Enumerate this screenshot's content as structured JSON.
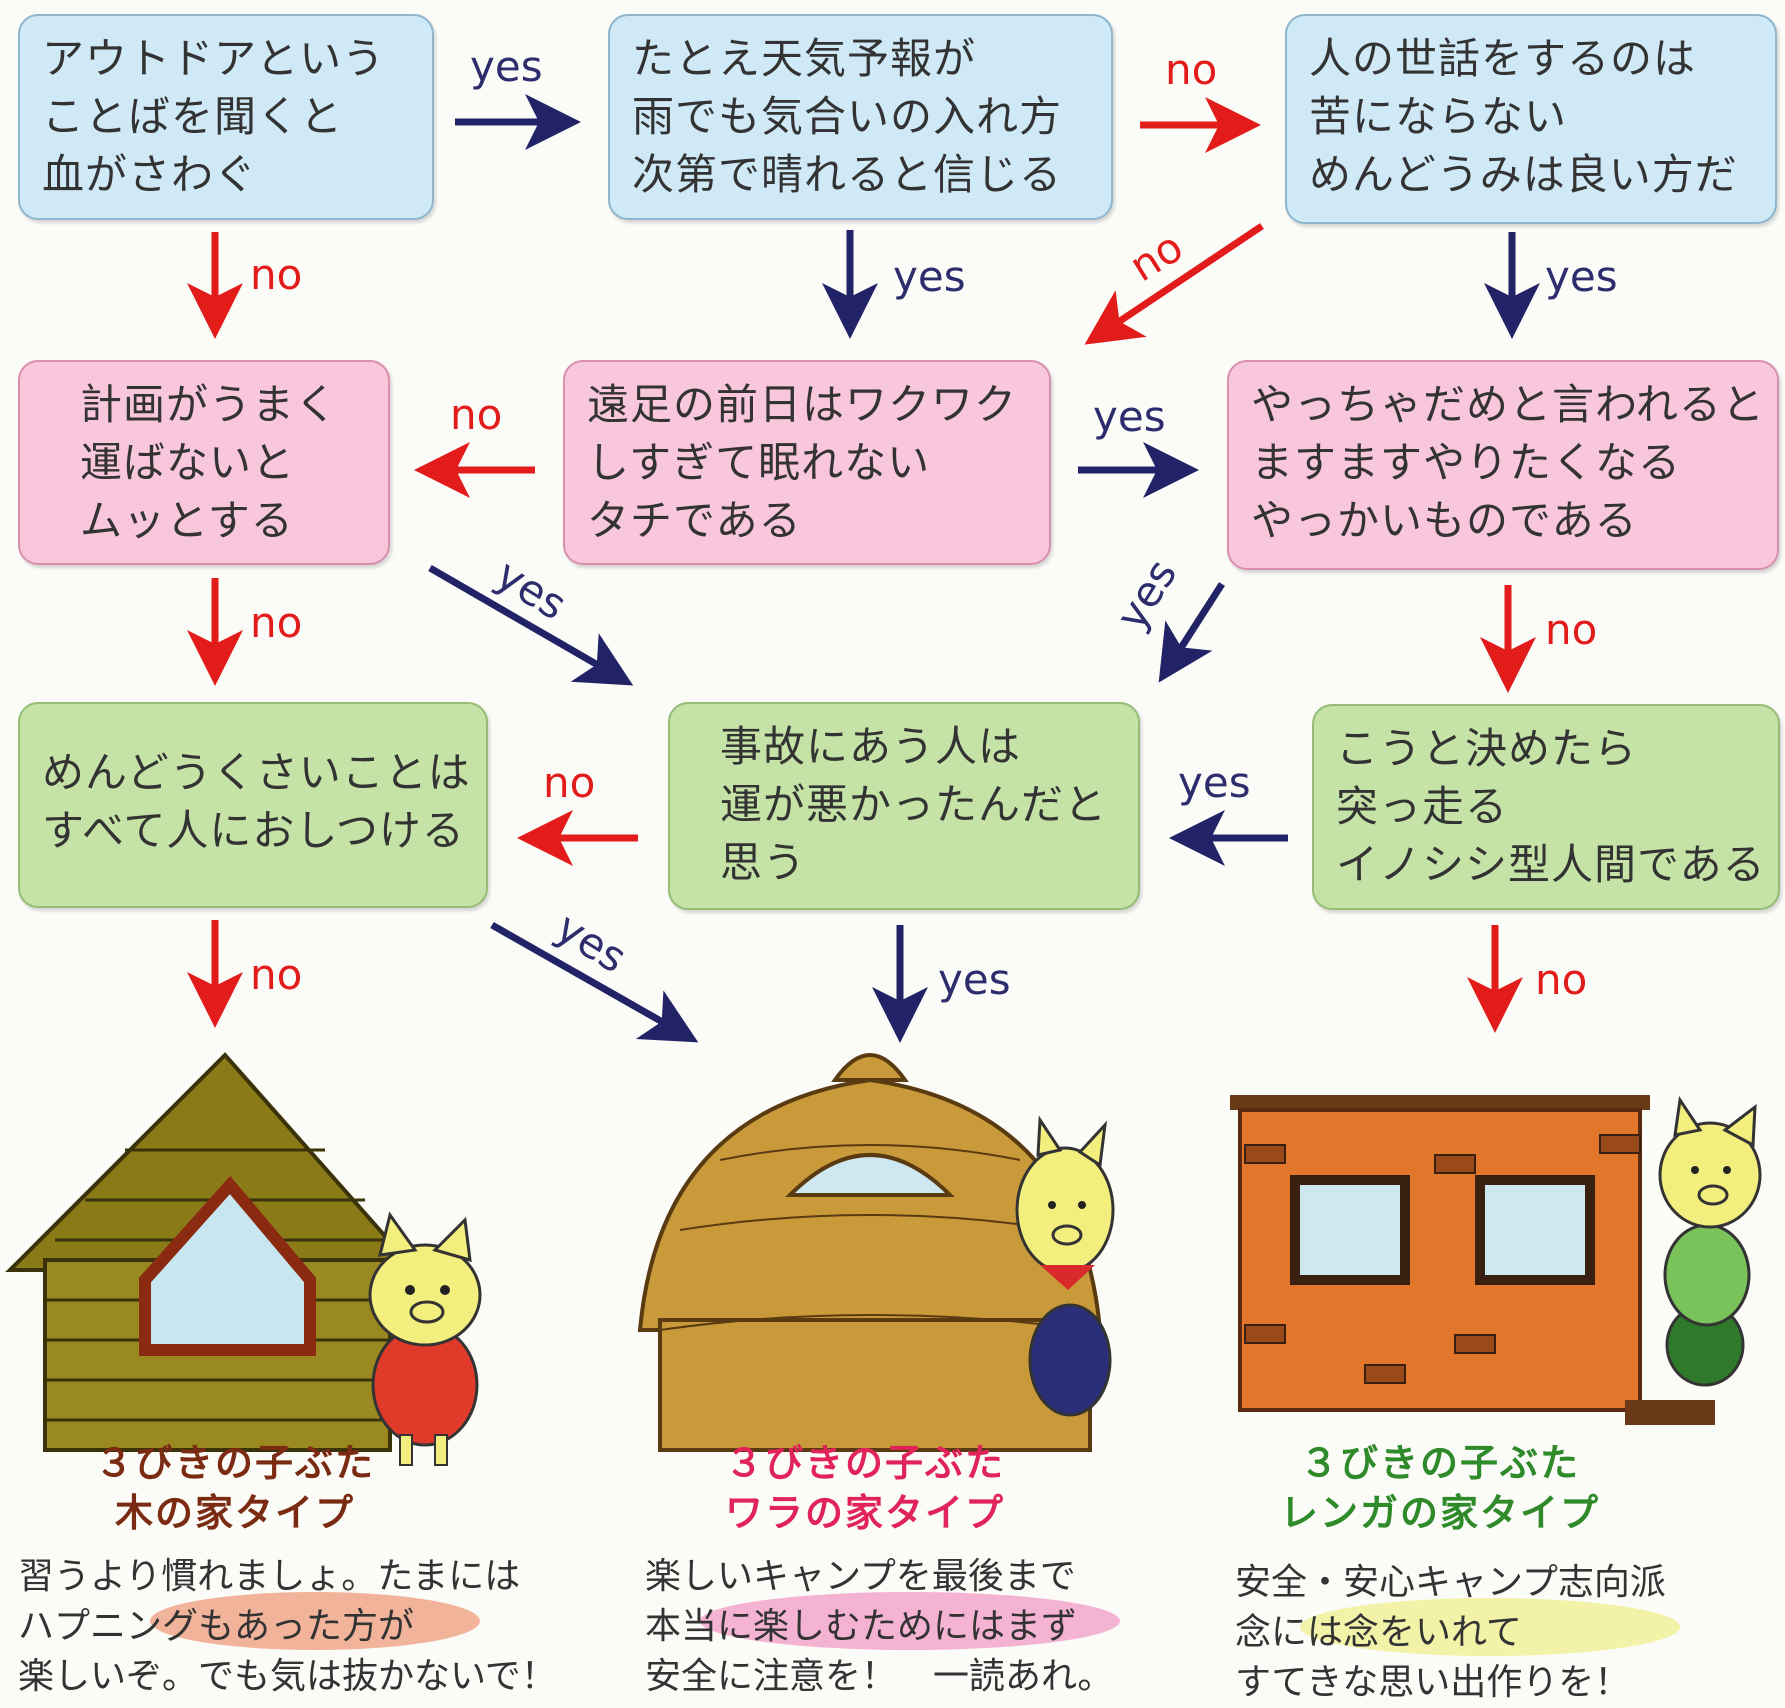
{
  "questions": {
    "q1": [
      "アウトドアという",
      "ことばを聞くと",
      "血がさわぐ"
    ],
    "q2": [
      "たとえ天気予報が",
      "雨でも気合いの入れ方",
      "次第で晴れると信じる"
    ],
    "q3": [
      "人の世話をするのは",
      "苦にならない",
      "めんどうみは良い方だ"
    ],
    "q4": [
      "計画がうまく",
      "運ばないと",
      "ムッとする"
    ],
    "q5": [
      "遠足の前日はワクワク",
      "しすぎて眠れない",
      "タチである"
    ],
    "q6": [
      "やっちゃだめと言われると",
      "ますますやりたくなる",
      "やっかいものである"
    ],
    "q7": [
      "めんどうくさいことは",
      "すべて人におしつける"
    ],
    "q8": [
      "事故にあう人は",
      "運が悪かったんだと",
      "思う"
    ],
    "q9": [
      "こうと決めたら",
      "突っ走る",
      "イノシシ型人間である"
    ]
  },
  "answers": {
    "yes": "yes",
    "no": "no"
  },
  "results": {
    "wood": {
      "title": [
        "３びきの子ぶた",
        "木の家タイプ"
      ],
      "desc": [
        "習うより慣れましょ。たまには",
        "ハプニングもあった方が",
        "楽しいぞ。でも気は抜かないで！"
      ],
      "title_color": "#7a2b12",
      "highlight_color": "#f1b49a"
    },
    "straw": {
      "title": [
        "３びきの子ぶた",
        "ワラの家タイプ"
      ],
      "desc": [
        "楽しいキャンプを最後まで",
        "本当に楽しむためにはまず",
        "安全に注意を！　一読あれ。"
      ],
      "title_color": "#e0245a",
      "highlight_color": "#f4b3d3"
    },
    "brick": {
      "title": [
        "３びきの子ぶた",
        "レンガの家タイプ"
      ],
      "desc": [
        "安全・安心キャンプ志向派",
        "念には念をいれて",
        "すてきな思い出作りを！"
      ],
      "title_color": "#2f8a2a",
      "highlight_color": "#f2f3a8"
    }
  },
  "colors": {
    "yes_arrow": "#222266",
    "no_arrow": "#e21b1b"
  }
}
